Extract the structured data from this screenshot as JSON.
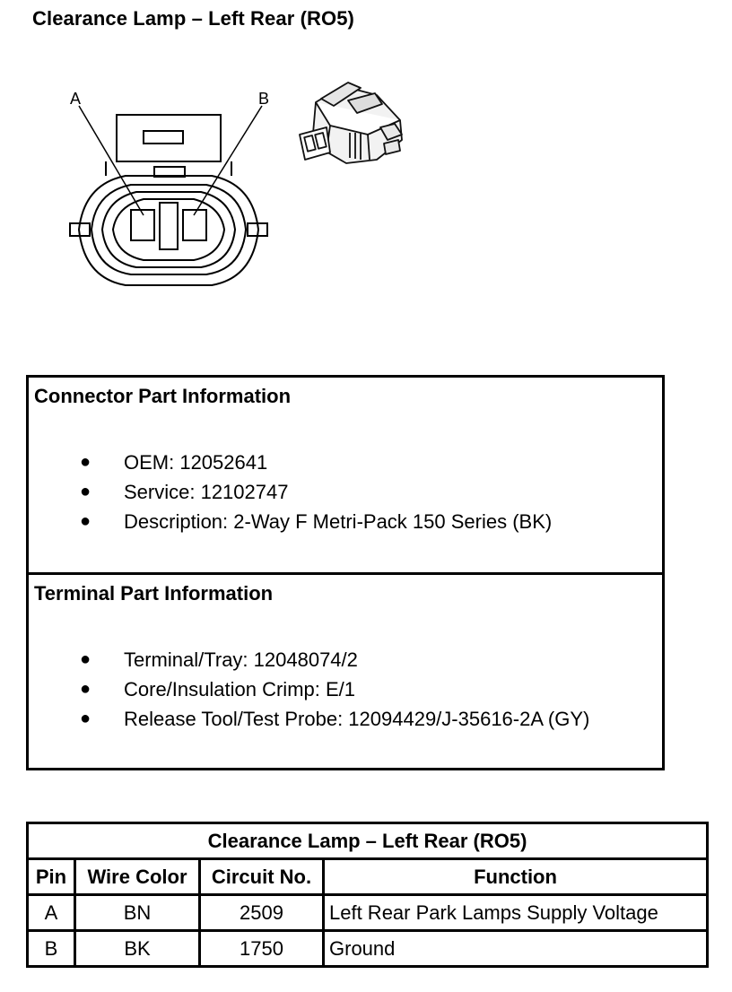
{
  "page_title": "Clearance Lamp – Left Rear (RO5)",
  "diagram": {
    "pin_a_label": "A",
    "pin_b_label": "B"
  },
  "connector_info": {
    "heading": "Connector Part Information",
    "items": [
      "OEM: 12052641",
      "Service: 12102747",
      "Description: 2-Way F Metri-Pack 150 Series (BK)"
    ]
  },
  "terminal_info": {
    "heading": "Terminal Part Information",
    "items": [
      "Terminal/Tray: 12048074/2",
      "Core/Insulation Crimp: E/1",
      "Release Tool/Test Probe: 12094429/J-35616-2A (GY)"
    ]
  },
  "bullet_glyph": "●",
  "pin_table": {
    "title": "Clearance Lamp – Left Rear (RO5)",
    "headers": [
      "Pin",
      "Wire Color",
      "Circuit No.",
      "Function"
    ],
    "rows": [
      [
        "A",
        "BN",
        "2509",
        "Left Rear Park Lamps Supply Voltage"
      ],
      [
        "B",
        "BK",
        "1750",
        "Ground"
      ]
    ]
  }
}
